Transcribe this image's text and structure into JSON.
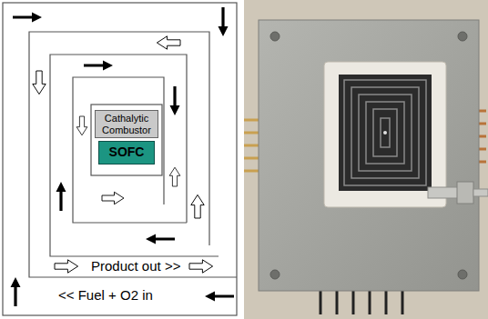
{
  "diagram": {
    "nodes": [
      {
        "text": [
          "Cathalytic Combustor"
        ]
      },
      {
        "text": [
          "SOFC"
        ]
      }
    ],
    "labels": [
      "Product out >>",
      "<< Fuel + O2 in"
    ]
  }
}
